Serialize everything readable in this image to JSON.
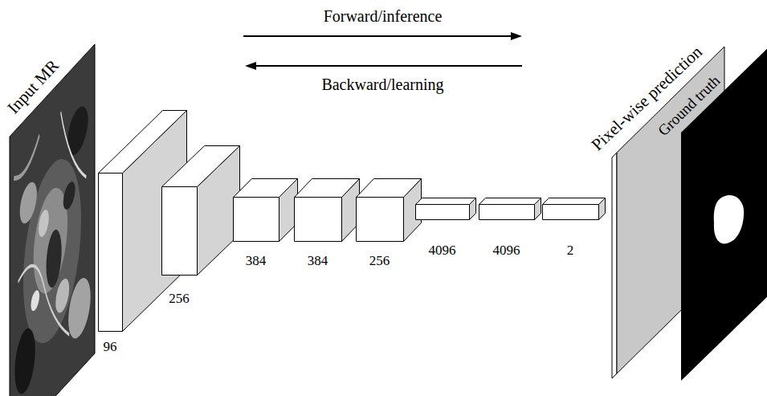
{
  "diagram": {
    "nodes": [
      {
        "text": [
          "Input MR"
        ]
      },
      {
        "text": [
          "96"
        ]
      },
      {
        "text": [
          "256"
        ]
      },
      {
        "text": [
          "384"
        ]
      },
      {
        "text": [
          "384"
        ]
      },
      {
        "text": [
          "256"
        ]
      },
      {
        "text": [
          "4096"
        ]
      },
      {
        "text": [
          "4096"
        ]
      },
      {
        "text": [
          "2"
        ]
      },
      {
        "text": [
          "Pixel-wise prediction"
        ]
      },
      {
        "text": [
          "Ground truth"
        ]
      }
    ],
    "labels": [
      "Forward/inference",
      "Backward/learning"
    ]
  }
}
